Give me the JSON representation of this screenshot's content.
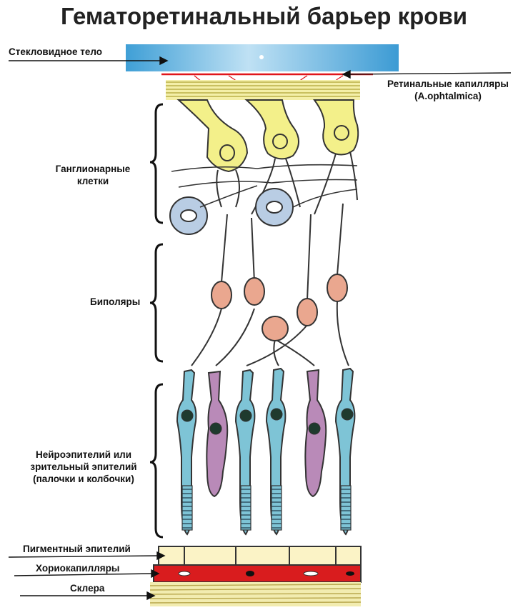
{
  "title": "Гематоретинальный барьер крови",
  "labels": {
    "vitreous": "Стекловидное тело",
    "retinal_capillaries_1": "Ретинальные капилляры",
    "retinal_capillaries_2": "(A.ophtalmica)",
    "ganglion_1": "Ганглионарные",
    "ganglion_2": "клетки",
    "bipolar": "Биполяры",
    "neuro_1": "Нейроэпителий или",
    "neuro_2": "зрительный эпителий",
    "neuro_3": "(палочки и колбочки)",
    "pigment": "Пигментный эпителий",
    "choriocap": "Хориокапилляры",
    "sclera": "Склера"
  },
  "colors": {
    "vitreous": "#4aa6d8",
    "capillary": "#e0161b",
    "ganglion": "#f3f08a",
    "glia": "#b9cde4",
    "bipolar": "#eaa78f",
    "rod": "#7ec4d6",
    "cone": "#b98ab8",
    "pigment": "#fbf3c6",
    "choroid": "#d91c1e",
    "sclera": "#f2ecb0"
  }
}
